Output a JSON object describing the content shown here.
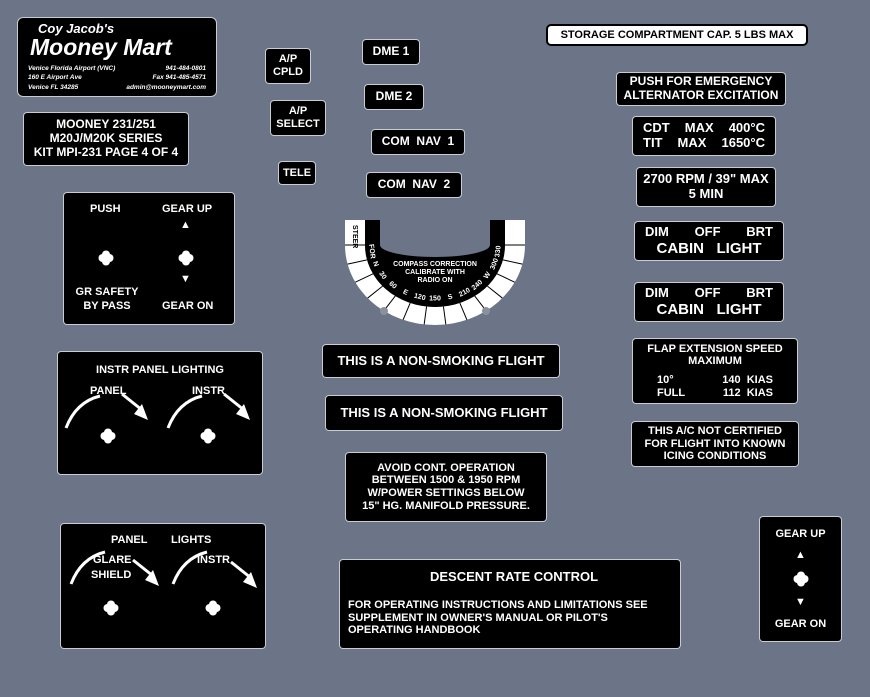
{
  "logo": {
    "line1": "Coy Jacob's",
    "name": "Mooney Mart",
    "addr1": "Venice Florida Airport (VNC)",
    "phone": "941-484-0801",
    "addr2": "160 E Airport Ave",
    "fax": "Fax 941-485-4571",
    "addr3": "Venice FL 34285",
    "email": "admin@mooneymart.com"
  },
  "storage": "STORAGE COMPARTMENT CAP. 5 LBS MAX",
  "series": {
    "l1": "MOONEY 231/251",
    "l2": "M20J/M20K SERIES",
    "l3": "KIT MPI-231   PAGE 4 OF 4"
  },
  "small": {
    "ap_cpld": [
      "A/P",
      "CPLD"
    ],
    "ap_select": [
      "A/P",
      "SELECT"
    ],
    "tele": "TELE",
    "dme1": "DME 1",
    "dme2": "DME 2",
    "comnav1": "COM  NAV  1",
    "comnav2": "COM  NAV  2"
  },
  "emergency": {
    "l1": "PUSH FOR EMERGENCY",
    "l2": "ALTERNATOR EXCITATION"
  },
  "temps": {
    "r1": [
      "CDT",
      "MAX",
      "400°C"
    ],
    "r2": [
      "TIT",
      "MAX",
      "1650°C"
    ]
  },
  "rpm": {
    "l1": "2700 RPM / 39\" MAX",
    "l2": "5 MIN"
  },
  "cabin": {
    "dim": "DIM",
    "off": "OFF",
    "brt": "BRT",
    "label": "CABIN   LIGHT"
  },
  "flap": {
    "l1": "FLAP EXTENSION SPEED",
    "l2": "MAXIMUM",
    "r1": [
      "10°",
      "140  KIAS"
    ],
    "r2": [
      "FULL",
      "112  KIAS"
    ]
  },
  "icing": {
    "l1": "THIS A/C NOT CERTIFIED",
    "l2": "FOR FLIGHT INTO KNOWN",
    "l3": "ICING CONDITIONS"
  },
  "gear": {
    "push": "PUSH",
    "gear_up": "GEAR UP",
    "gr_safety": "GR SAFETY",
    "bypass": "BY PASS",
    "gear_on": "GEAR ON"
  },
  "instr_lighting": {
    "title": "INSTR PANEL LIGHTING",
    "panel": "PANEL",
    "instr": "INSTR"
  },
  "panel_lights": {
    "panel": "PANEL",
    "lights": "LIGHTS",
    "glare": "GLARE",
    "shield": "SHIELD",
    "instr": "INSTR"
  },
  "compass": {
    "title1": "COMPASS CORRECTION",
    "title2": "CALIBRATE WITH",
    "title3": "RADIO ON",
    "steer": "STEER",
    "headings": [
      "FOR",
      "N",
      "30",
      "60",
      "E",
      "120",
      "150",
      "S",
      "210",
      "240",
      "W",
      "300",
      "330"
    ]
  },
  "nosmoking": "THIS IS A NON-SMOKING FLIGHT",
  "avoid": {
    "l1": "AVOID CONT. OPERATION",
    "l2": "BETWEEN 1500 & 1950 RPM",
    "l3": "W/POWER SETTINGS BELOW",
    "l4": "15\" HG. MANIFOLD PRESSURE."
  },
  "descent": {
    "title": "DESCENT RATE CONTROL",
    "l1": "FOR OPERATING INSTRUCTIONS AND LIMITATIONS SEE",
    "l2": "SUPPLEMENT IN OWNER'S MANUAL OR PILOT'S",
    "l3": "OPERATING HANDBOOK"
  },
  "gear_right": {
    "up": "GEAR UP",
    "on": "GEAR ON"
  }
}
